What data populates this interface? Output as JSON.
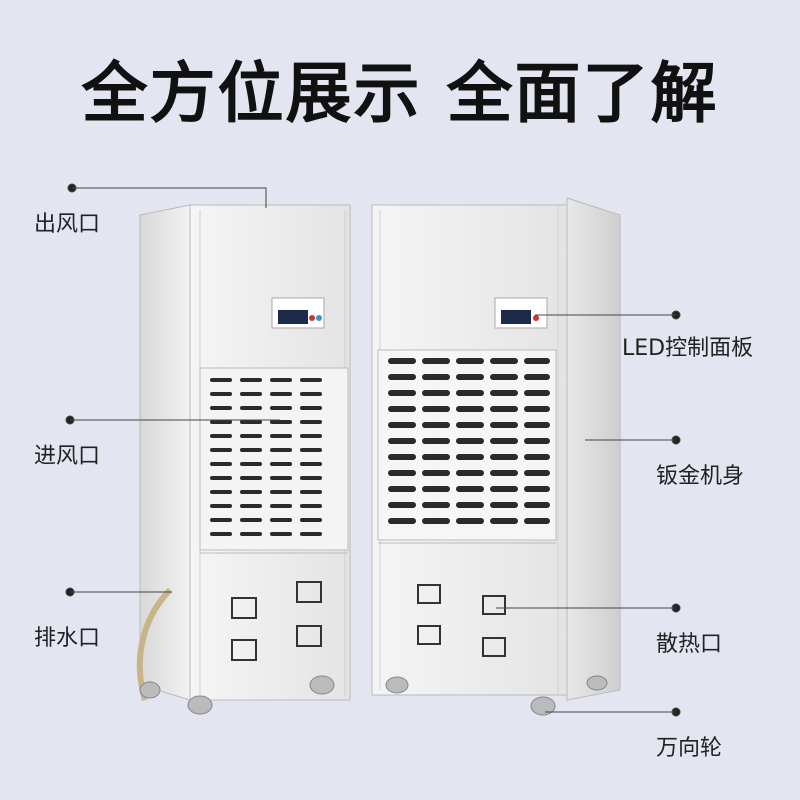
{
  "title": "全方位展示 全面了解",
  "callouts": {
    "outlet": "出风口",
    "inlet": "进风口",
    "drain": "排水口",
    "led_panel": "LED控制面板",
    "body": "钣金机身",
    "heat": "散热口",
    "wheel": "万向轮"
  },
  "colors": {
    "background": "#e3e5f1",
    "cabinet": "#eeeeee",
    "panel": "#1d2b4a",
    "vent_slot": "#2a2a2a"
  }
}
